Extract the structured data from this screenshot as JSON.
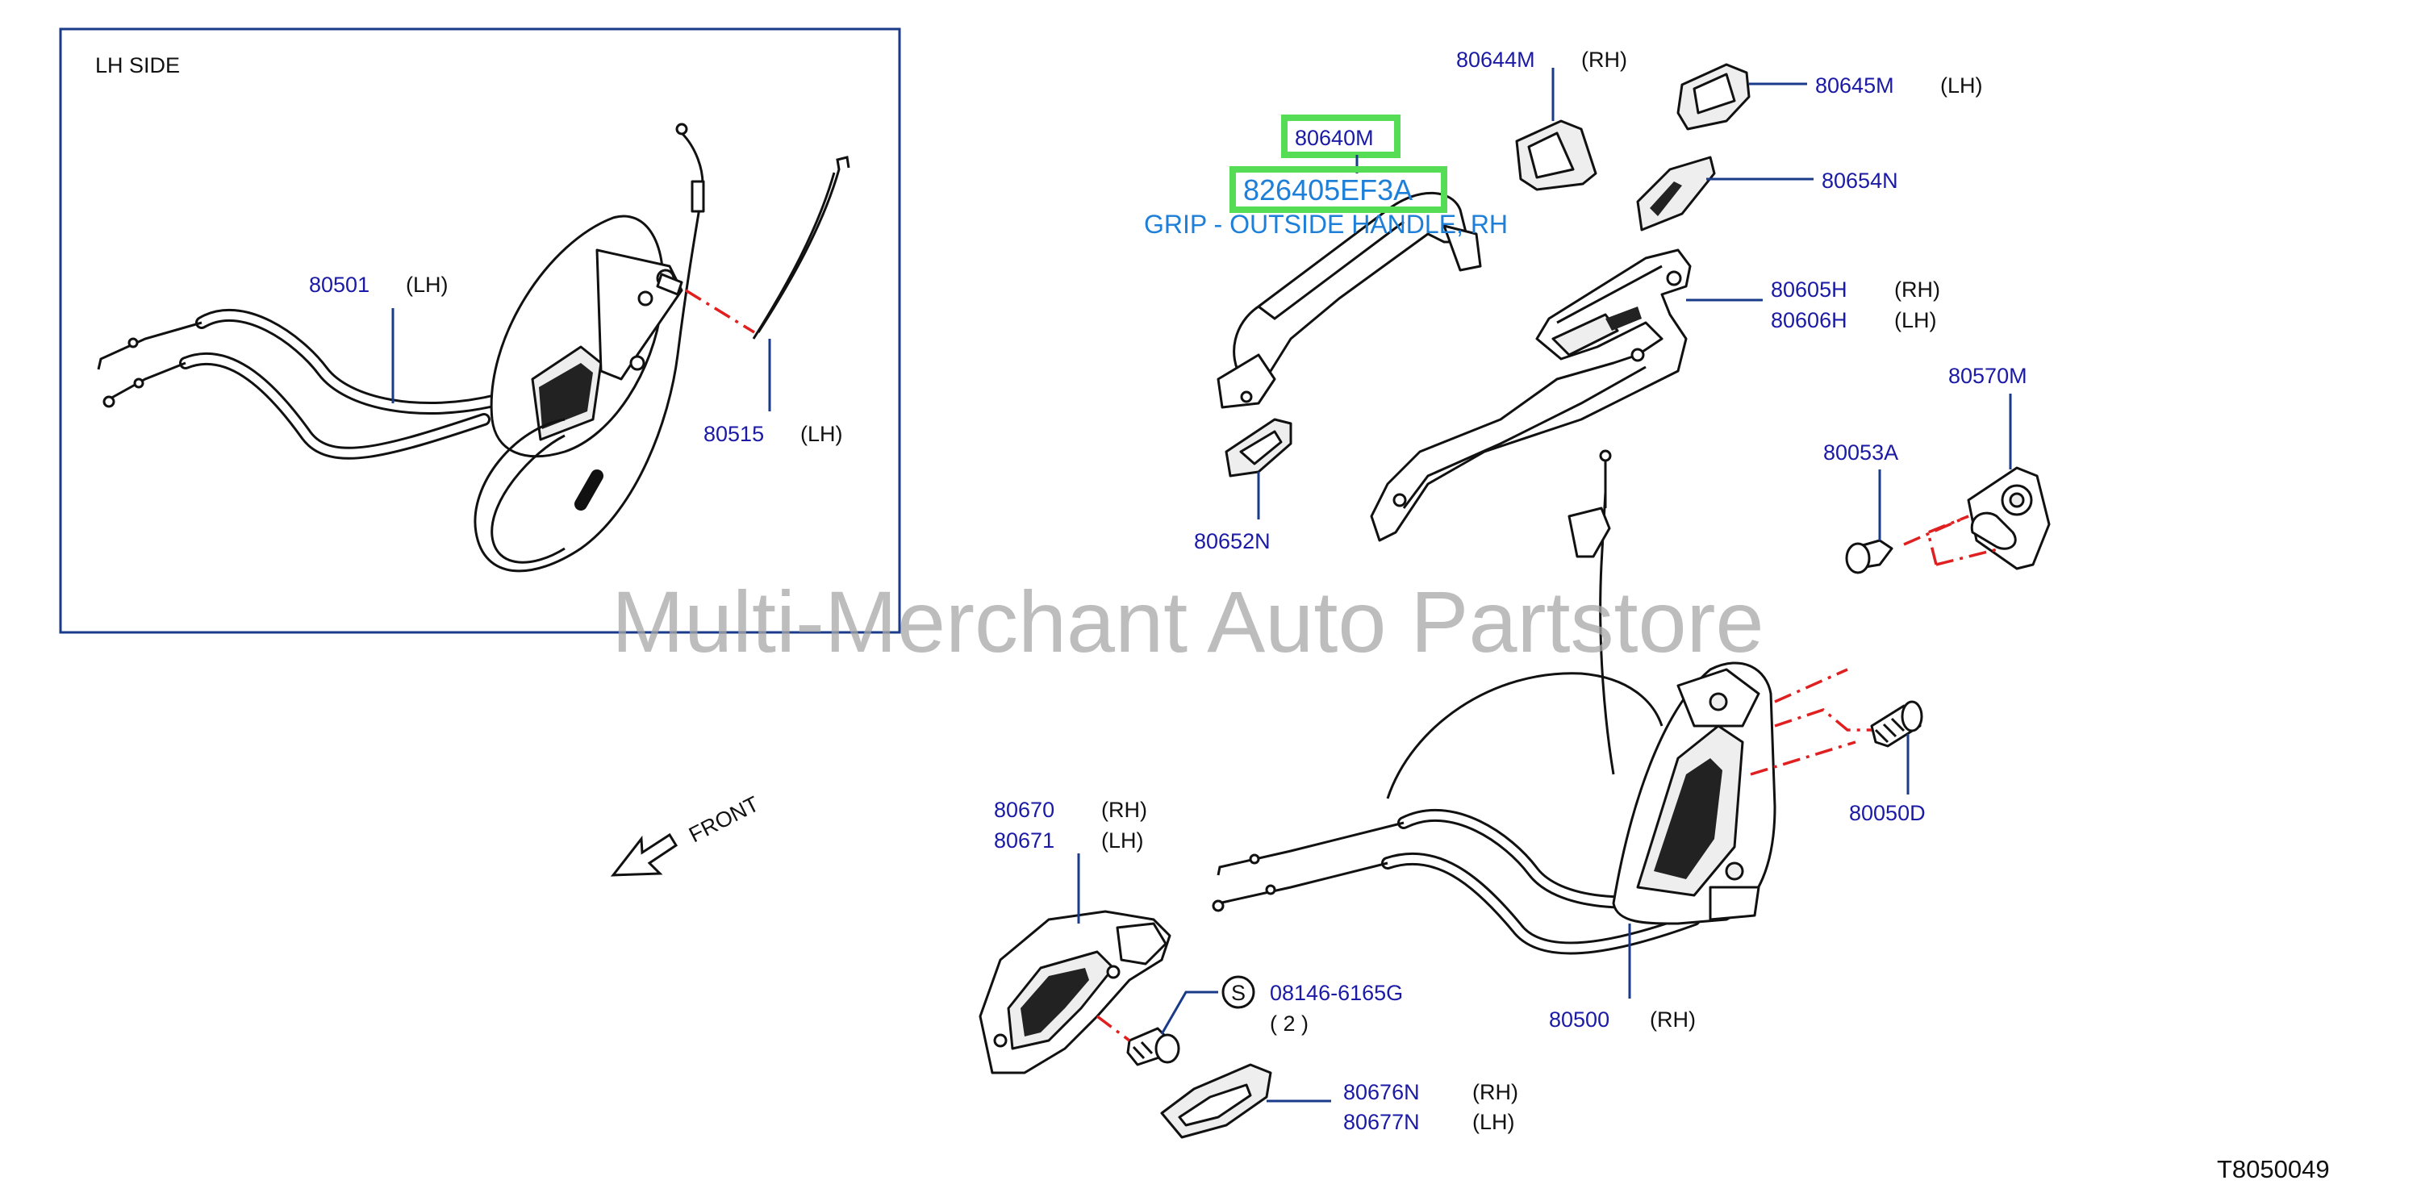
{
  "inset": {
    "header": "LH   SIDE"
  },
  "labels": {
    "p80501": "80501",
    "p80501_side": "(LH)",
    "p80515": "80515",
    "p80515_side": "(LH)",
    "p80644M": "80644M",
    "p80644M_side": "(RH)",
    "p80645M": "80645M",
    "p80645M_side": "(LH)",
    "p80654N": "80654N",
    "p80605H": "80605H",
    "p80605H_side": "(RH)",
    "p80606H": "80606H",
    "p80606H_side": "(LH)",
    "p80570M": "80570M",
    "p80053A": "80053A",
    "p80652N": "80652N",
    "p80050D": "80050D",
    "p80670": "80670",
    "p80670_side": "(RH)",
    "p80671": "80671",
    "p80671_side": "(LH)",
    "p08146": "08146-6165G",
    "p08146_symbol": "S",
    "p08146_qty": "(  2  )",
    "p80500": "80500",
    "p80500_side": "(RH)",
    "p80676N": "80676N",
    "p80676N_side": "(RH)",
    "p80677N": "80677N",
    "p80677N_side": "(LH)"
  },
  "highlight": {
    "part_ref": "80640M",
    "part_number": "826405EF3A",
    "description": "GRIP - OUTSIDE HANDLE, RH"
  },
  "front_label": "FRONT",
  "watermark": "Multi-Merchant Auto Partstore",
  "diagram_code": "T8050049",
  "colors": {
    "part_label": "#1a1aa6",
    "highlight_box": "#55dd55",
    "highlight_text": "#1e7fd8",
    "hidden_line": "#e02020",
    "inset_frame": "#1a3a8a"
  }
}
